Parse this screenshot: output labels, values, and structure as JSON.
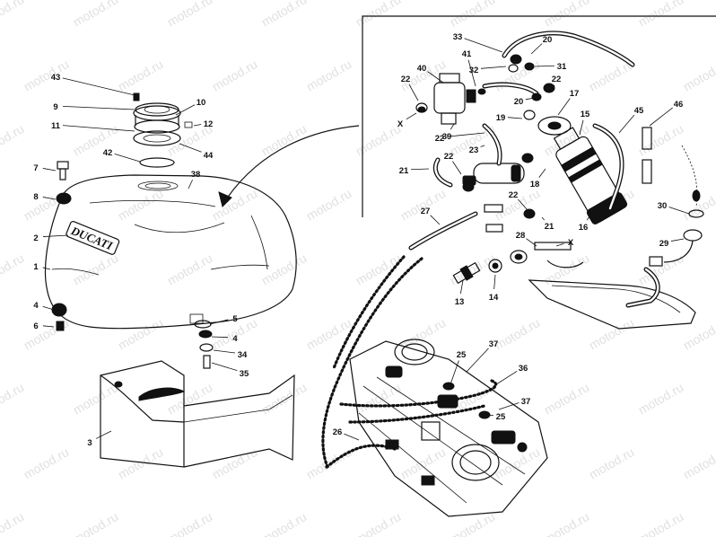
{
  "watermark": "motod.ru",
  "brand_logo": "DUCATI",
  "part_labels": [
    "1",
    "2",
    "3",
    "4",
    "4",
    "5",
    "6",
    "7",
    "8",
    "9",
    "10",
    "11",
    "12",
    "13",
    "14",
    "15",
    "16",
    "17",
    "18",
    "19",
    "20",
    "20",
    "21",
    "21",
    "22",
    "22",
    "22",
    "22",
    "22",
    "23",
    "25",
    "25",
    "26",
    "27",
    "28",
    "29",
    "30",
    "31",
    "32",
    "33",
    "34",
    "35",
    "36",
    "37",
    "37",
    "38",
    "39",
    "40",
    "41",
    "42",
    "43",
    "44",
    "45",
    "46",
    "X",
    "X"
  ],
  "icons": [
    "fuel-tank",
    "fuel-cap",
    "fuel-pump",
    "fuel-filter",
    "fuel-tap",
    "carburetor",
    "fuel-hose",
    "tank-bracket",
    "inset-frame",
    "arrow-connector"
  ]
}
